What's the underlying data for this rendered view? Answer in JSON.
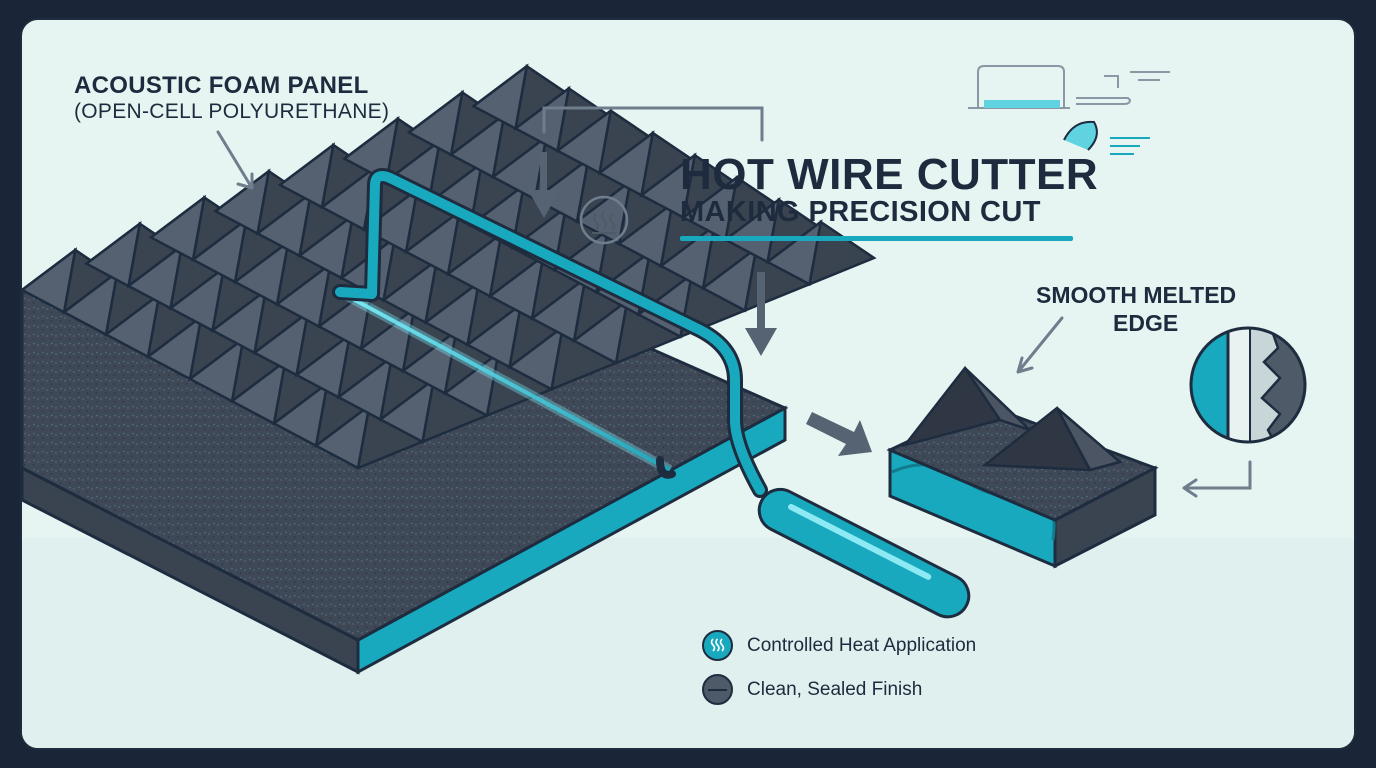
{
  "panel": {
    "title": "ACOUSTIC FOAM PANEL",
    "subtitle": "(OPEN-CELL POLYURETHANE)"
  },
  "headline": {
    "title": "HOT WIRE CUTTER",
    "subtitle": "MAKING PRECISION CUT"
  },
  "edge_label": {
    "line1": "SMOOTH MELTED",
    "line2": "EDGE"
  },
  "legend": [
    {
      "label": "Controlled Heat Application",
      "icon": "heat-waves-icon",
      "color": "#19a9be"
    },
    {
      "label": "Clean, Sealed Finish",
      "icon": "dash-icon",
      "color": "#4e5a67"
    }
  ],
  "colors": {
    "accent_cyan": "#19a9be",
    "foam_dark": "#3d4654",
    "outline": "#1e2c40",
    "background": "#e6f5f2"
  }
}
